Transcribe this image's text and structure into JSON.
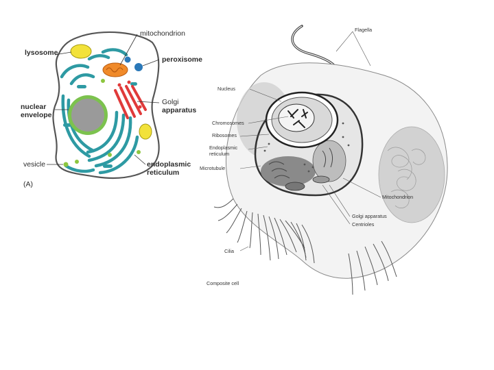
{
  "diagram_a": {
    "labels": {
      "mitochondrion": "mitochondrion",
      "lysosome": "lysosome",
      "peroxisome": "peroxisome",
      "nuclear_envelope_1": "nuclear",
      "nuclear_envelope_2": "envelope",
      "golgi_1": "Golgi",
      "golgi_2": "apparatus",
      "vesicle": "vesicle",
      "er_1": "endoplasmic",
      "er_2": "reticulum",
      "panel": "(A)"
    },
    "colors": {
      "er": "#2e9aa3",
      "golgi": "#e03a3a",
      "nucleus": "#9a9a9a",
      "nuclear_rim": "#7cc24e",
      "mito": "#f08a2a",
      "lysosome": "#f2e23a",
      "peroxisome": "#2a78b8",
      "vesicle": "#8dc63f",
      "membrane": "#555555"
    }
  },
  "diagram_b": {
    "labels": {
      "flagella": "Flagella",
      "nucleus": "Nucleus",
      "chromosomes": "Chromosomes",
      "ribosomes": "Ribosomes",
      "er_1": "Endoplasmic",
      "er_2": "reticulum",
      "microtubule": "Microtubule",
      "mitochondrion": "Mitochondrion",
      "golgi": "Golgi apparatus",
      "centrioles": "Centrioles",
      "cilia": "Cilia",
      "caption": "Composite cell"
    }
  }
}
